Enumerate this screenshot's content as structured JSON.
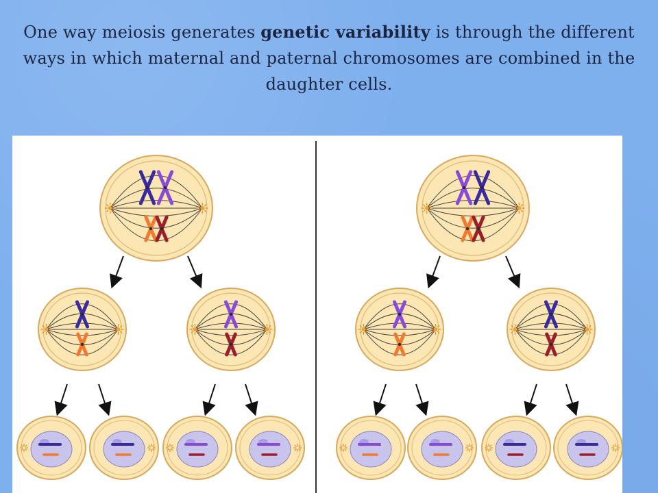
{
  "caption": {
    "part1": "One way meiosis generates ",
    "emphasis": "genetic variability",
    "part2": " is through the different ways in which maternal and paternal chromosomes are combined in the daughter cells."
  },
  "colors": {
    "background": "#7fb0ee",
    "cell_fill": "#fbe6b4",
    "cell_outline": "#d9a85a",
    "nucleus_fill": "#c9c4ec",
    "maternal_dark": "#3a2aa0",
    "maternal_light": "#8a4ad8",
    "paternal_light": "#f07a30",
    "paternal_dark": "#9a1f2a",
    "divider": "#333333"
  },
  "figure": {
    "panels": [
      "left-arrangement",
      "right-arrangement"
    ],
    "icons": [
      "cell-icon",
      "chromosome-icon",
      "arrow-icon",
      "spindle-icon",
      "centrosome-icon",
      "nucleus-icon"
    ]
  }
}
